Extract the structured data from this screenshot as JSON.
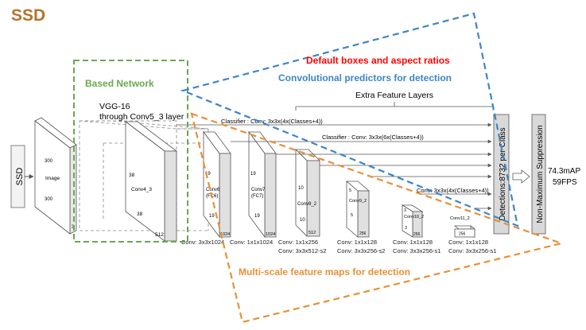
{
  "slide": {
    "title": "SSD"
  },
  "colors": {
    "title": "#b5732a",
    "base_network": "#6aa84f",
    "default_boxes": "#ff0000",
    "conv_predictors": "#3d85c6",
    "multiscale": "#e69138",
    "lines": "#777777"
  },
  "annotations": {
    "default_boxes": "Default boxes and aspect ratios",
    "conv_predictors": "Convolutional predictors for detection",
    "base_network": "Based Network",
    "multiscale": "Multi-scale feature maps for detection"
  },
  "network": {
    "ssd_label": "SSD",
    "vgg_line1": "VGG-16",
    "vgg_line2": "through Conv5_3 layer",
    "extra_layers": "Extra Feature Layers",
    "image": {
      "title": "Image",
      "w": "300",
      "h": "300",
      "c": "3"
    },
    "conv4_3": {
      "title": "Conv4_3",
      "w": "38",
      "h": "38",
      "c": "512"
    },
    "conv6": {
      "title1": "Conv6",
      "title2": "(FC6)",
      "w": "19",
      "h": "19",
      "c": "1024",
      "op": "Conv: 3x3x1024"
    },
    "conv7": {
      "title1": "Conv7",
      "title2": "(FC7)",
      "w": "19",
      "h": "19",
      "c": "1024",
      "op": "Conv: 1x1x1024"
    },
    "conv8_2": {
      "title": "Conv8_2",
      "w": "10",
      "h": "10",
      "c": "512",
      "op1": "Conv: 1x1x256",
      "op2": "Conv: 3x3x512-s2"
    },
    "conv9_2": {
      "title": "Conv9_2",
      "w": "5",
      "h": "5",
      "c": "256",
      "op1": "Conv: 1x1x128",
      "op2": "Conv: 3x3x256-s2"
    },
    "conv10_2": {
      "title": "Conv10_2",
      "w": "3",
      "h": "3",
      "c": "256",
      "op1": "Conv: 1x1x128",
      "op2": "Conv: 3x3x256-s1"
    },
    "conv11_2": {
      "title": "Conv11_2",
      "c": "256",
      "op1": "Conv: 1x1x128",
      "op2": "Conv: 3x3x256-s1"
    },
    "classifiers": {
      "top": "Classifier : Conv: 3x3x(4x(Classes+4))",
      "second": "Classifier : Conv: 3x3x(6x(Classes+4))",
      "lower": "Conv: 3x3x(4x(Classes+4))"
    },
    "detections": "Detections:8732 per Class",
    "nms": "Non-Maximum Suppression",
    "result1": "74.3mAP",
    "result2": "59FPS"
  }
}
